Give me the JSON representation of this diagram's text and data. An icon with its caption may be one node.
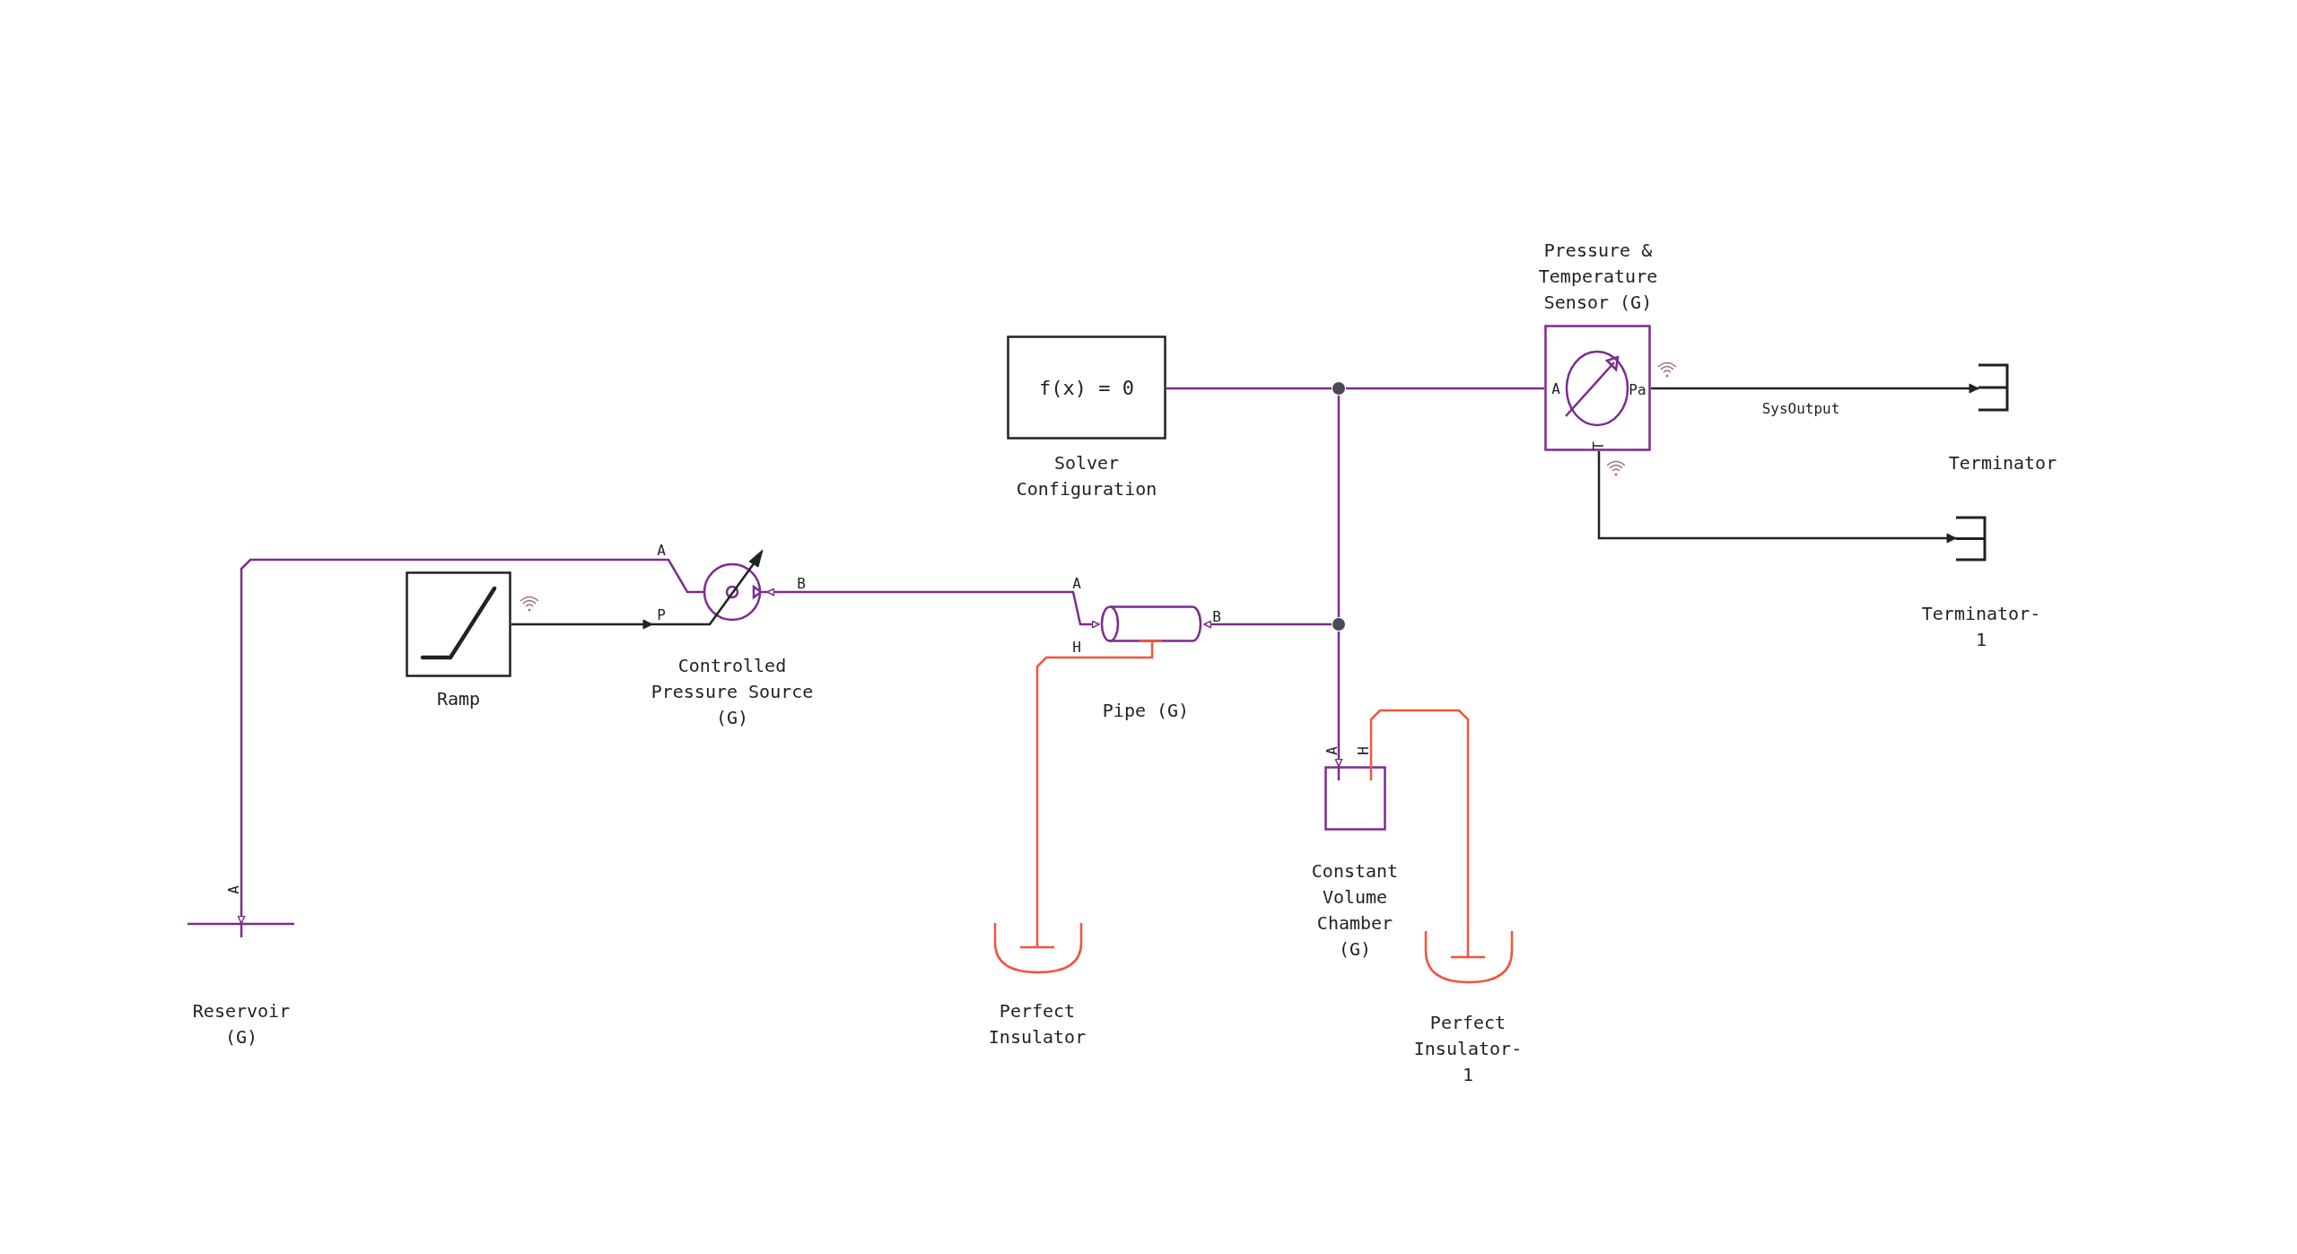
{
  "diagram": {
    "nodes": [
      {
        "text": [
          "f(x) = 0",
          "Solver Configuration"
        ]
      },
      {
        "text": [
          "Pressure & Temperature Sensor (G)"
        ]
      },
      {
        "text": [
          "Terminator"
        ]
      },
      {
        "text": [
          "Ramp"
        ]
      },
      {
        "text": [
          "Controlled Pressure Source (G)"
        ]
      },
      {
        "text": [
          "Pipe (G)"
        ]
      },
      {
        "text": [
          "Terminator-1"
        ]
      },
      {
        "text": [
          "Reservoir (G)"
        ]
      },
      {
        "text": [],
        "shape": "circle"
      },
      {
        "text": [],
        "shape": "circle"
      },
      {
        "text": [
          "Constant Volume Chamber (G)"
        ]
      },
      {
        "text": [
          "Perfect Insulator"
        ]
      },
      {
        "text": [
          "Perfect Insulator-1"
        ]
      }
    ],
    "edges": [
      {
        "from": 0,
        "to": 8,
        "arrow": "none"
      },
      {
        "from": 8,
        "to": 1,
        "arrow": "none"
      },
      {
        "from": 8,
        "to": 9,
        "arrow": "none"
      },
      {
        "from": 9,
        "to": 5,
        "arrow": "to"
      },
      {
        "from": 9,
        "to": 10,
        "arrow": "to"
      },
      {
        "from": 4,
        "to": 5,
        "arrow": "both"
      },
      {
        "from": 4,
        "to": 7,
        "arrow": "to"
      },
      {
        "from": 3,
        "to": 4,
        "arrow": "to",
        "color": "#222222"
      },
      {
        "from": 1,
        "to": 2,
        "arrow": "to",
        "label": "SysOutput",
        "color": "#222222"
      },
      {
        "from": 1,
        "to": 6,
        "arrow": "to",
        "color": "#222222"
      },
      {
        "from": 5,
        "to": 11,
        "arrow": "none",
        "color": "#f4533e"
      },
      {
        "from": 10,
        "to": 12,
        "arrow": "none",
        "color": "#f4533e"
      }
    ],
    "labels": [
      "A",
      "Pa",
      "T",
      "A",
      "B",
      "P",
      "A",
      "B",
      "H",
      "A",
      "H",
      "A"
    ]
  }
}
